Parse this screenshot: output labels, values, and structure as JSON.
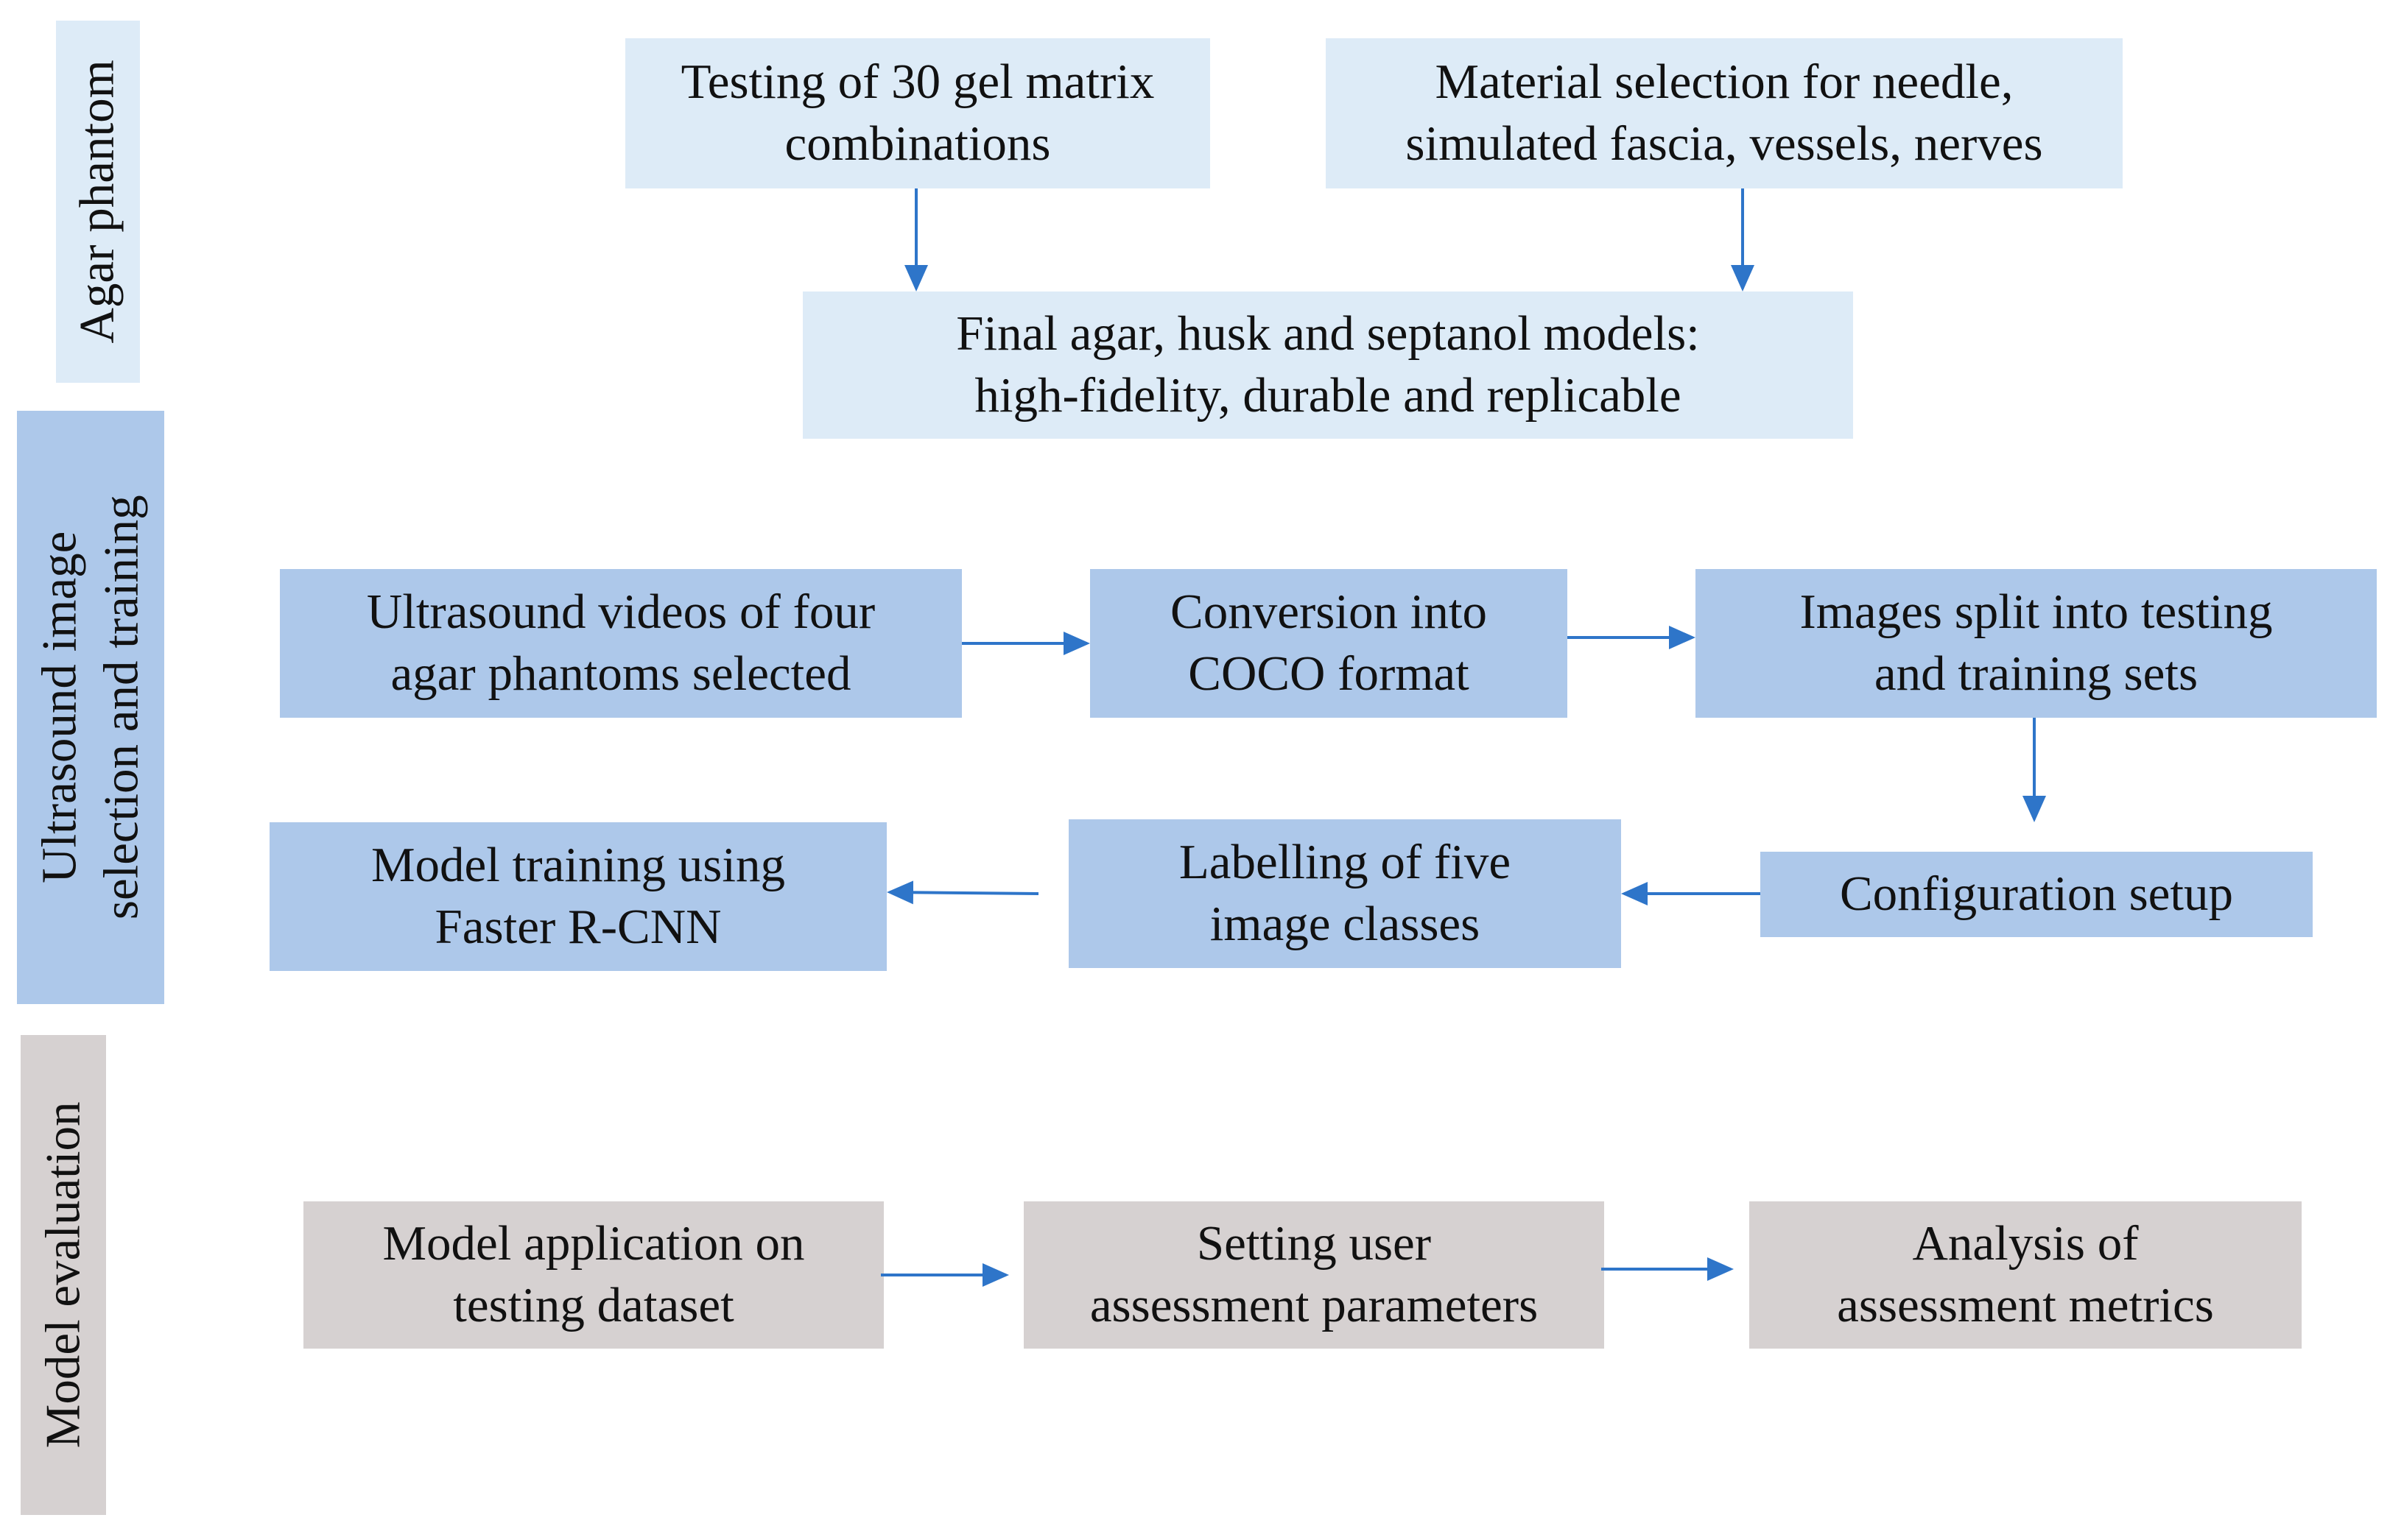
{
  "sections": {
    "agar": {
      "label": "Agar phantom"
    },
    "ultrasound": {
      "line1": "Ultrasound image",
      "line2": "selection and training"
    },
    "evaluation": {
      "label": "Model evaluation"
    }
  },
  "boxes": {
    "gel": {
      "line1": "Testing of 30 gel matrix",
      "line2": "combinations"
    },
    "material": {
      "line1": "Material selection for needle,",
      "line2": "simulated fascia, vessels, nerves"
    },
    "final": {
      "line1": "Final agar, husk and septanol models:",
      "line2": "high-fidelity, durable and replicable"
    },
    "videos": {
      "line1": "Ultrasound videos of four",
      "line2": "agar phantoms selected"
    },
    "coco": {
      "line1": "Conversion into",
      "line2": "COCO format"
    },
    "split": {
      "line1": "Images split into testing",
      "line2": "and training sets"
    },
    "config": {
      "line1": "Configuration setup"
    },
    "labelling": {
      "line1": "Labelling of five",
      "line2": "image classes"
    },
    "training": {
      "line1": "Model training using",
      "line2": "Faster R-CNN"
    },
    "application": {
      "line1": "Model application on",
      "line2": "testing dataset"
    },
    "params": {
      "line1": "Setting user",
      "line2": "assessment parameters"
    },
    "analysis": {
      "line1": "Analysis of",
      "line2": "assessment metrics"
    }
  },
  "colors": {
    "light_box": "#ddebf7",
    "mid_box": "#adc8ea",
    "grey_box": "#d6d1d1",
    "arrow": "#2e75c9"
  }
}
